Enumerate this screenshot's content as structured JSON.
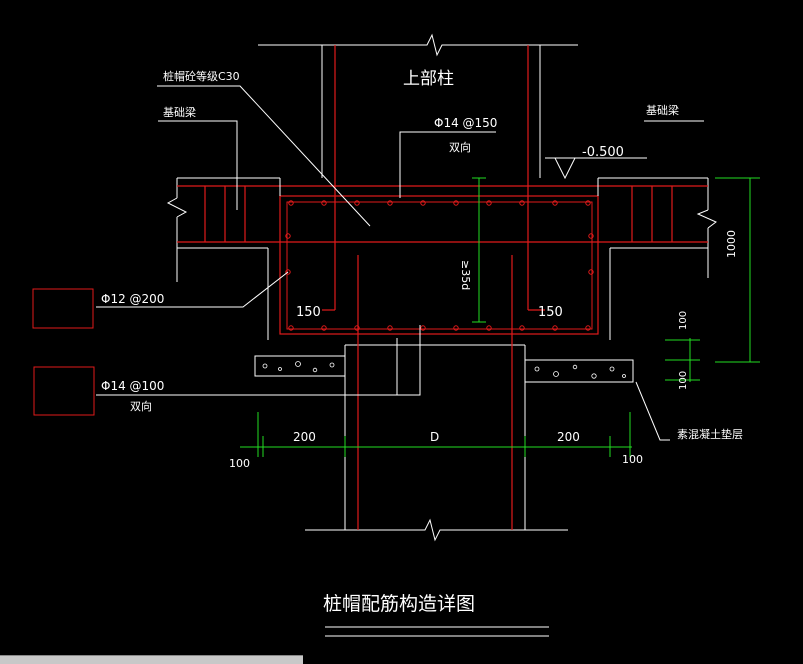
{
  "colors": {
    "background": "#000000",
    "white": "#ffffff",
    "red": "#e01a1a",
    "green": "#22dd22",
    "concrete": "#ffffff"
  },
  "labels": {
    "upper_column": "上部柱",
    "pile_cap_grade": "桩帽砼等级C30",
    "foundation_beam_left": "基础梁",
    "foundation_beam_right": "基础梁",
    "top_rebar": "Φ14 @150",
    "top_rebar_note": "双向",
    "elevation": "-0.500",
    "anchor_length": "≥35d",
    "stirrup_rebar": "Φ12 @200",
    "bottom_rebar": "Φ14 @100",
    "bottom_rebar_note": "双向",
    "cover_left": "150",
    "cover_right": "150",
    "cushion": "素混凝土垫层",
    "dim_200_left": "200",
    "dim_D": "D",
    "dim_200_right": "200",
    "dim_100_left": "100",
    "dim_100_right": "100",
    "dim_1000": "1000",
    "dim_100_upper": "100",
    "dim_100_lower": "100",
    "title": "桩帽配筋构造详图"
  }
}
